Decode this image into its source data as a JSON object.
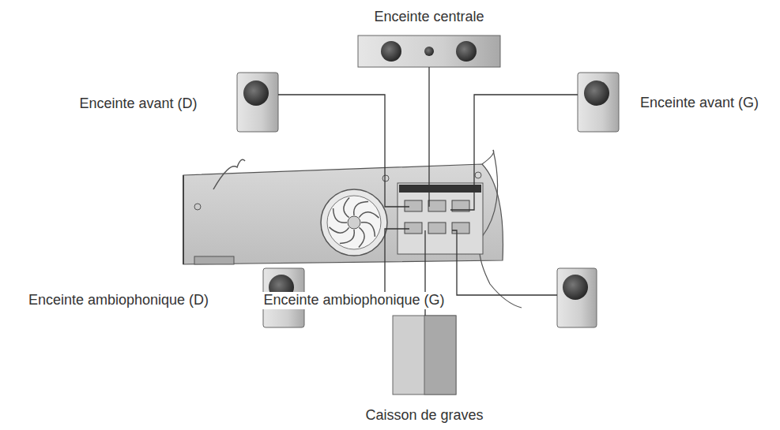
{
  "diagram": {
    "labels": [
      "Enceinte centrale",
      "Enceinte avant (D)",
      "Enceinte avant (G)",
      "Enceinte ambiophonique (D)",
      "Enceinte ambiophonique (G)",
      "Caisson de graves"
    ]
  }
}
